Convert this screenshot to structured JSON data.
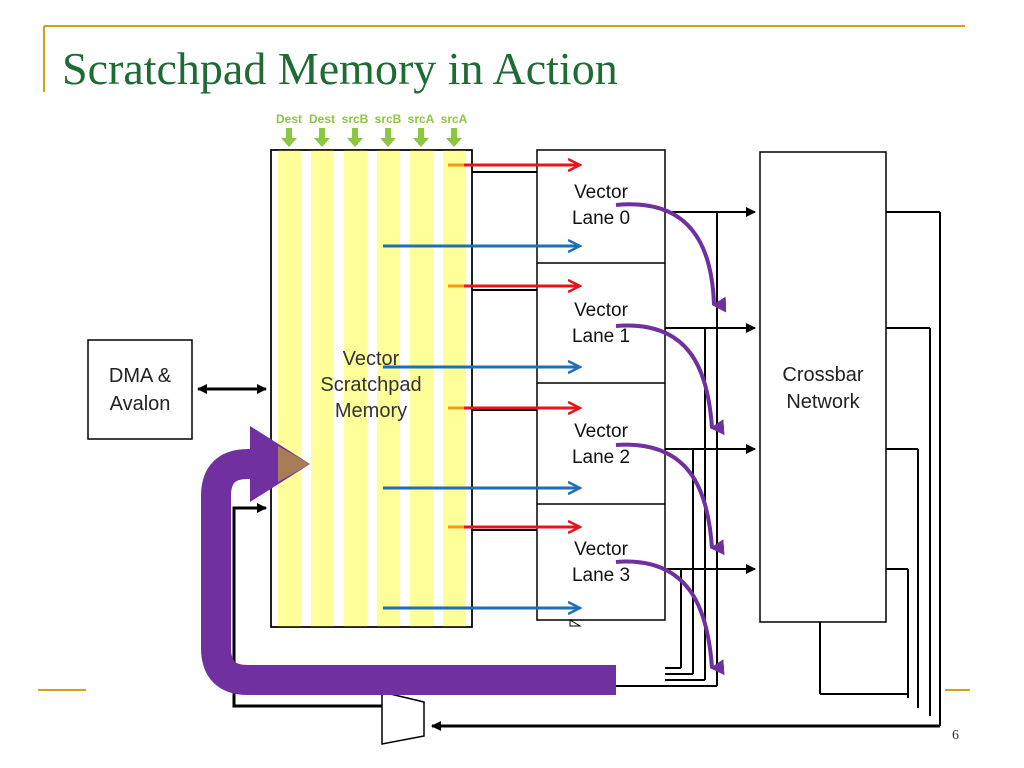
{
  "slide": {
    "title": "Scratchpad Memory in Action",
    "page_number": "6"
  },
  "ports": [
    "Dest",
    "Dest",
    "srcB",
    "srcB",
    "srcA",
    "srcA"
  ],
  "blocks": {
    "dma_line1": "DMA &",
    "dma_line2": "Avalon",
    "memory_line1": "Vector",
    "memory_line2": "Scratchpad",
    "memory_line3": "Memory",
    "crossbar_line1": "Crossbar",
    "crossbar_line2": "Network"
  },
  "lanes": [
    {
      "line1": "Vector",
      "line2": "Lane 0"
    },
    {
      "line1": "Vector",
      "line2": "Lane 1"
    },
    {
      "line1": "Vector",
      "line2": "Lane 2"
    },
    {
      "line1": "Vector",
      "line2": "Lane 3"
    }
  ],
  "colors": {
    "title": "#1e6b33",
    "rule": "#d4a017",
    "memory_stripe": "#ffff99",
    "port_arrow": "#8dc63f",
    "read_arrow": "#e8141b",
    "write_arrow": "#1f6fb8",
    "flow_arrow": "#7030a0",
    "wire": "#000000"
  }
}
